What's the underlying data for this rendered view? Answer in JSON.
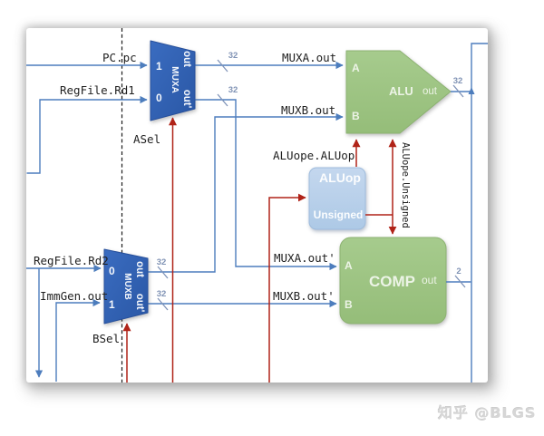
{
  "watermark": "知乎 @BLGS",
  "labels": {
    "pc": "PC.pc",
    "rd1": "RegFile.Rd1",
    "asel": "ASel",
    "rd2": "RegFile.Rd2",
    "immgen": "ImmGen.out",
    "bsel": "BSel",
    "muxa_out": "MUXA.out",
    "muxb_out": "MUXB.out",
    "muxa_out2": "MUXA.out'",
    "muxb_out2": "MUXB.out'",
    "aluop_sig": "ALUope.ALUop",
    "unsigned_sig": "ALUope.Unsigned"
  },
  "components": {
    "muxa": {
      "name": "MUXA",
      "in_top": "1",
      "in_bottom": "0",
      "out_top": "out",
      "out_bottom": "out'"
    },
    "muxb": {
      "name": "MUXB",
      "in_top": "0",
      "in_bottom": "1",
      "out_top": "out",
      "out_bottom": "out'"
    },
    "alu": {
      "name": "ALU",
      "in_a": "A",
      "in_b": "B",
      "out": "out"
    },
    "comp": {
      "name": "COMP",
      "in_a": "A",
      "in_b": "B",
      "out": "out"
    },
    "aluop": {
      "title": "ALUop",
      "field": "Unsigned"
    }
  },
  "bus": {
    "w32": "32",
    "w2": "2"
  },
  "colors": {
    "wire_blue": "#4d7dbd",
    "wire_red": "#b02318",
    "mux_fill": "#2d5fae",
    "green_fill": "#9cc480",
    "aluop_fill": "#b7cee9",
    "bus_label": "#8093b5"
  }
}
